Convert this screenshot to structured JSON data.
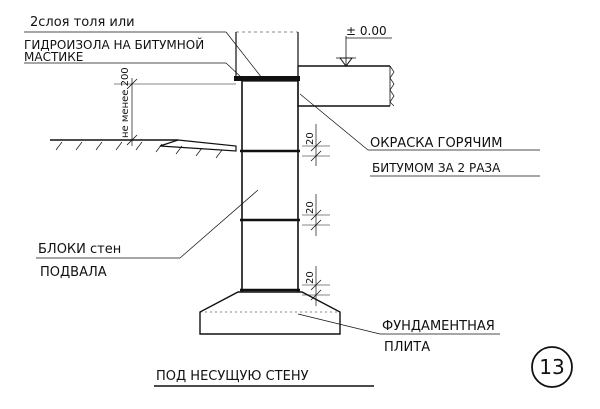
{
  "labels": {
    "roofing_line1": "2слоя толя или",
    "roofing_line2": "ГИДРОИЗОЛА НА БИТУМНОЙ",
    "roofing_line3": "МАСТИКЕ",
    "level_mark": "± 0.00",
    "min_height": "не менее 200",
    "coating_line1": "ОКРАСКА ГОРЯЧИМ",
    "coating_line2": "БИТУМОМ ЗА 2 РАЗА",
    "joint_top": "20",
    "joint_middle": "20",
    "joint_bottom": "20",
    "blocks_line1": "БЛОКИ стен",
    "blocks_line2": "ПОДВАЛА",
    "slab_line1": "ФУНДАМЕНТНАЯ",
    "slab_line2": "ПЛИТА",
    "caption": "ПОД НЕСУЩУЮ СТЕНУ",
    "figure_number": "13"
  }
}
